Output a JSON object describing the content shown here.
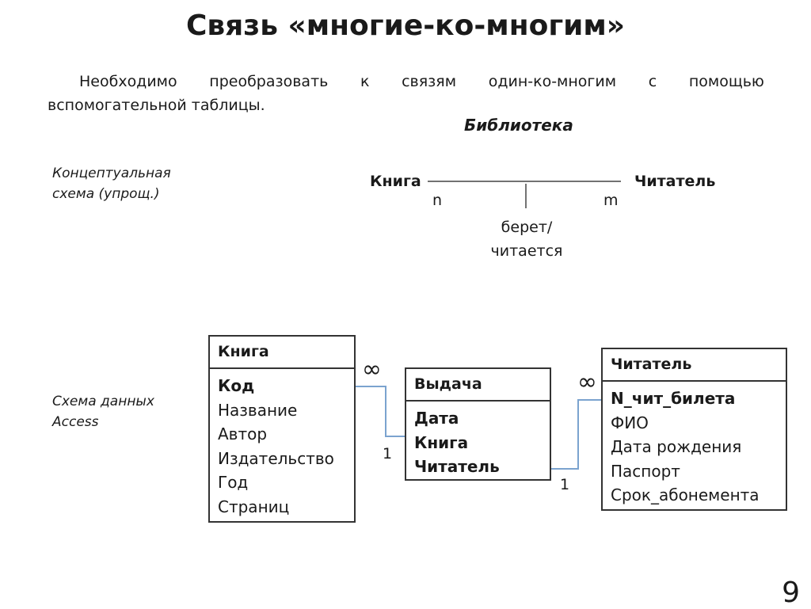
{
  "slide": {
    "title": "Связь «многие-ко-многим»",
    "intro": {
      "words_line1": [
        "Необходимо",
        "преобразовать",
        "к",
        "связям",
        "один-ко-многим",
        "с",
        "помощью"
      ],
      "line2": "вспомогательной таблицы."
    },
    "library_title": "Библиотека",
    "page_number": "9"
  },
  "conceptual": {
    "label_line1": "Концептуальная",
    "label_line2": "схема (упрощ.)",
    "entity_left": "Книга",
    "entity_right": "Читатель",
    "card_left": "n",
    "card_right": "m",
    "relation_line1": "берет/",
    "relation_line2": "читается"
  },
  "access": {
    "label_line1": "Схема данных",
    "label_line2": "Access",
    "tables": {
      "book": {
        "name": "Книга",
        "key": "Код",
        "fields": [
          "Название",
          "Автор",
          "Издательство",
          "Год",
          "Страниц"
        ]
      },
      "issue": {
        "name": "Выдача",
        "key_fields": [
          "Дата",
          "Книга",
          "Читатель"
        ]
      },
      "reader": {
        "name": "Читатель",
        "key": "N_чит_билета",
        "fields": [
          "ФИО",
          "Дата рождения",
          "Паспорт",
          "Срок_абонемента"
        ]
      }
    },
    "links": {
      "book_many": "∞",
      "book_one": "1",
      "reader_many": "∞",
      "reader_one": "1"
    },
    "link_color": "#7ba3cf"
  }
}
